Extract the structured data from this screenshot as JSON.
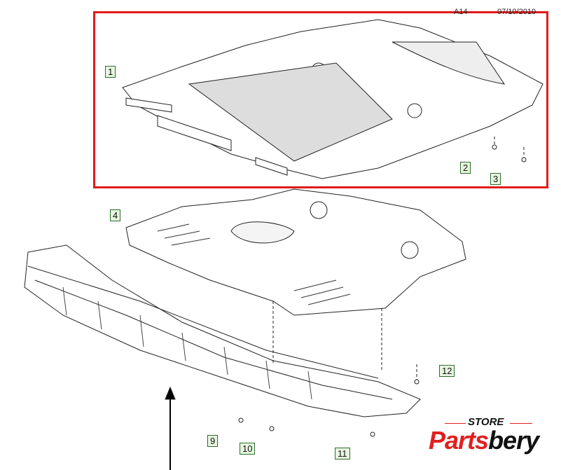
{
  "header": {
    "code": "A14",
    "date": "07/10/2010"
  },
  "callouts": [
    "1",
    "2",
    "3",
    "4",
    "9",
    "10",
    "11",
    "12"
  ],
  "logo": {
    "store": "STORE",
    "brand_part1": "Parts",
    "brand_part2": "bery",
    "accent": "#e02020"
  },
  "highlight_color": "#e01b1b"
}
